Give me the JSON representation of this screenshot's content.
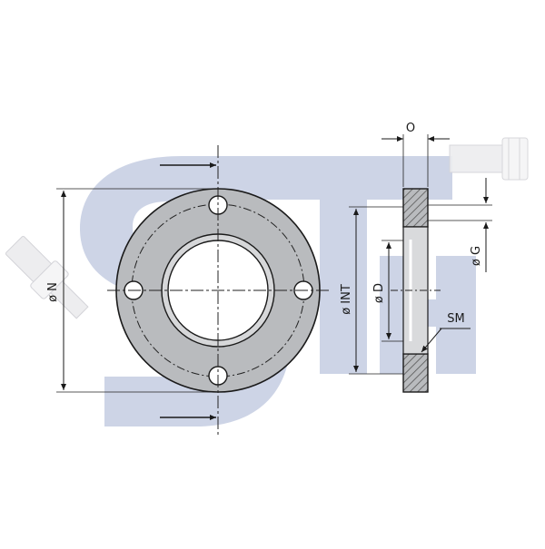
{
  "drawing": {
    "watermark_letters": [
      "S",
      "T",
      "H"
    ],
    "colors": {
      "watermark": "#cdd4e6",
      "metal_fill": "#b9bbbe",
      "bore_fill": "#ffffff",
      "outline": "#1a1a1a",
      "hatch": "#444444"
    },
    "labels": {
      "dim_o": "O",
      "dim_g": "ø G",
      "dim_n": "ø N",
      "dim_int": "ø INT",
      "dim_d": "ø D",
      "dim_sm": "SM"
    },
    "icons": [
      "fitting-icon-left",
      "fitting-icon-right"
    ]
  }
}
